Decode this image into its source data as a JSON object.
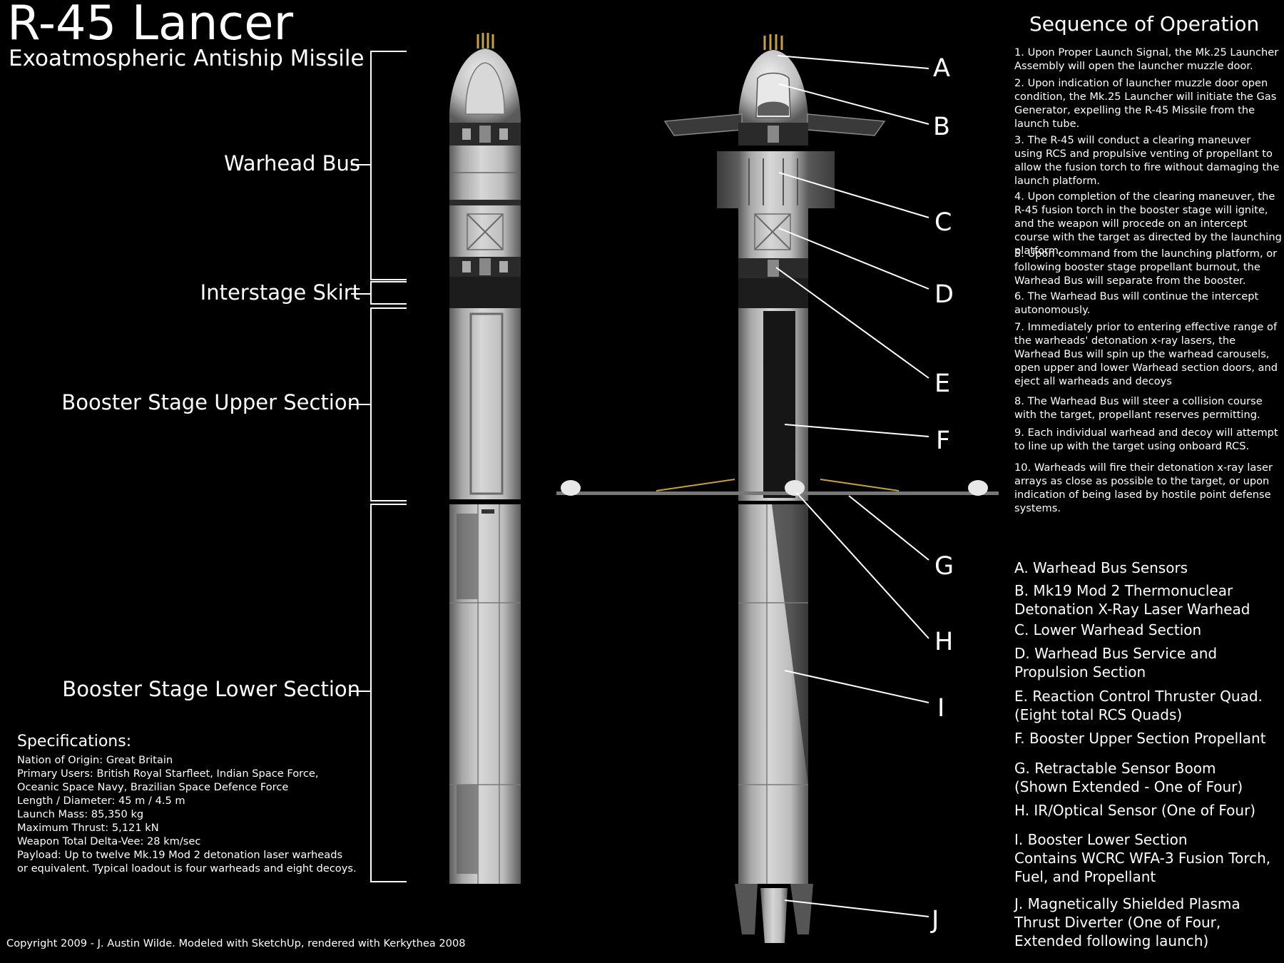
{
  "title": "R-45 Lancer",
  "subtitle": "Exoatmospheric Antiship Missile",
  "sections": [
    {
      "label": "Warhead Bus"
    },
    {
      "label": "Interstage Skirt"
    },
    {
      "label": "Booster Stage Upper Section"
    },
    {
      "label": "Booster Stage Lower Section"
    }
  ],
  "callout_letters": [
    "A",
    "B",
    "C",
    "D",
    "E",
    "F",
    "G",
    "H",
    "I",
    "J"
  ],
  "sequence": {
    "title": "Sequence of Operation",
    "steps": [
      "1. Upon Proper Launch Signal, the Mk.25 Launcher Assembly will open the launcher muzzle door.",
      "2. Upon indication of launcher muzzle door open condition, the Mk.25 Launcher will initiate the Gas Generator, expelling the R-45 Missile from the launch tube.",
      "3. The R-45 will conduct a clearing maneuver using RCS and propulsive venting of propellant to allow the fusion torch to fire without damaging the launch platform.",
      "4. Upon completion of the clearing maneuver, the R-45 fusion torch in the booster stage will ignite, and the weapon will procede on an intercept course with the target as directed by the launching platform.",
      "5. Upon command from the launching platform, or following booster stage propellant burnout, the Warhead Bus will separate from the booster.",
      "6. The Warhead Bus will continue the intercept autonomously.",
      "7. Immediately prior to entering effective range of the warheads' detonation x-ray lasers, the Warhead Bus will spin up the warhead carousels, open upper and lower Warhead section doors, and eject all warheads and decoys",
      "8. The Warhead Bus will steer a collision course with the target, propellant reserves permitting.",
      "9. Each individual warhead and decoy will attempt to line up with the target using onboard RCS.",
      "10. Warheads will fire their detonation x-ray laser arrays as close as possible to the target, or upon indication of being lased by hostile point defense systems."
    ]
  },
  "legend": [
    {
      "lines": [
        "A. Warhead Bus Sensors"
      ]
    },
    {
      "lines": [
        "B. Mk19 Mod 2 Thermonuclear",
        "Detonation X-Ray Laser Warhead"
      ]
    },
    {
      "lines": [
        "C. Lower Warhead Section"
      ]
    },
    {
      "lines": [
        "D. Warhead Bus Service and",
        "Propulsion Section"
      ]
    },
    {
      "lines": [
        "E. Reaction Control Thruster Quad.",
        "(Eight total RCS Quads)"
      ]
    },
    {
      "lines": [
        "F. Booster Upper Section Propellant"
      ]
    },
    {
      "lines": [
        "G. Retractable Sensor Boom",
        "(Shown Extended - One of Four)"
      ]
    },
    {
      "lines": [
        "H. IR/Optical Sensor (One of Four)"
      ]
    },
    {
      "lines": [
        "I. Booster Lower Section",
        "Contains WCRC WFA-3 Fusion Torch,",
        "Fuel, and Propellant"
      ]
    },
    {
      "lines": [
        "J. Magnetically Shielded Plasma",
        "Thrust Diverter (One of Four,",
        "Extended following launch)"
      ]
    }
  ],
  "specifications": {
    "title": "Specifications:",
    "lines": [
      "Nation of Origin: Great Britain",
      "Primary Users: British Royal Starfleet, Indian Space Force,",
      "Oceanic Space Navy, Brazilian Space Defence Force",
      "Length / Diameter: 45 m / 4.5 m",
      "Launch Mass: 85,350 kg",
      "Maximum Thrust: 5,121 kN",
      "Weapon Total Delta-Vee: 28 km/sec",
      "Payload: Up to twelve Mk.19 Mod 2 detonation laser warheads",
      "or equivalent.  Typical loadout is four warheads and eight decoys."
    ]
  },
  "copyright": "Copyright 2009 - J. Austin Wilde.  Modeled with SketchUp, rendered with Kerkythea 2008",
  "colors": {
    "background": "#000000",
    "text": "#ffffff",
    "hull_light": "#c9c9c9",
    "hull_dark": "#6e6e6e",
    "antenna": "#c8a040"
  }
}
